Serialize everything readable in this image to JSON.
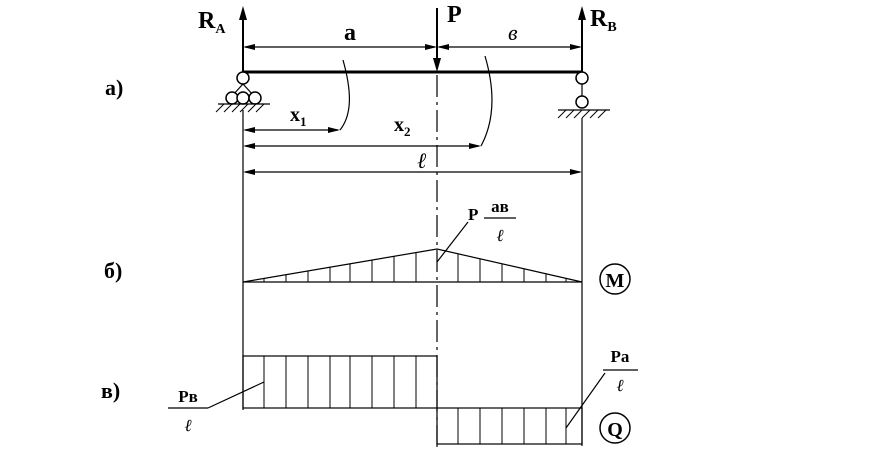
{
  "diagram": {
    "labels": {
      "ra_main": "R",
      "ra_sub": "A",
      "rb_main": "R",
      "rb_sub": "B",
      "p": "P",
      "a": "a",
      "b": "в",
      "x1_main": "x",
      "x1_sub": "1",
      "x2_main": "x",
      "x2_sub": "2",
      "length": "ℓ"
    },
    "parts": {
      "a": "а)",
      "b": "б)",
      "v": "в)"
    },
    "moment": {
      "circle_label": "M",
      "max_prefix": "P",
      "max_num": "aв",
      "max_den": "ℓ"
    },
    "shear": {
      "circle_label": "Q",
      "left_num": "Pв",
      "left_den": "ℓ",
      "right_num": "Pa",
      "right_den": "ℓ"
    }
  }
}
